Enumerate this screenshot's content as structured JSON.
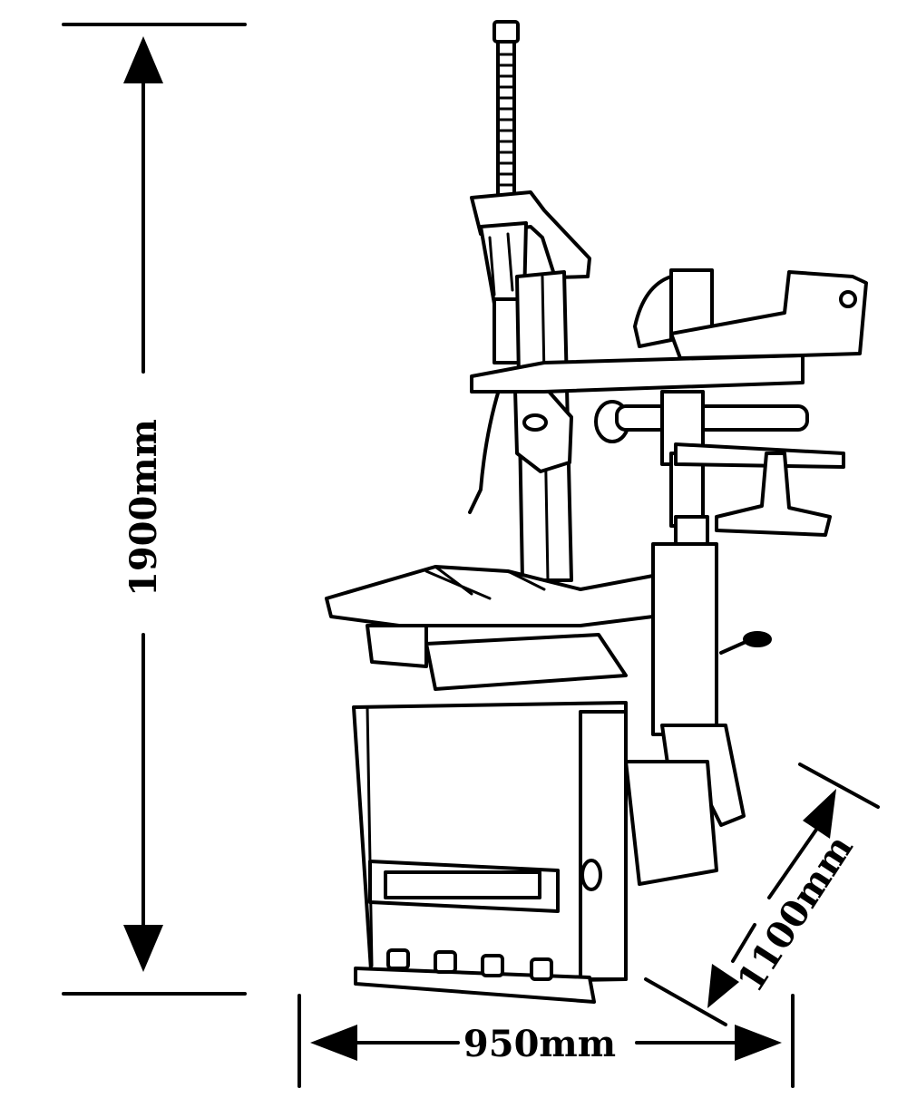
{
  "dimensions": {
    "height_label": "1900mm",
    "width_label": "950mm",
    "depth_label": "1100mm"
  }
}
